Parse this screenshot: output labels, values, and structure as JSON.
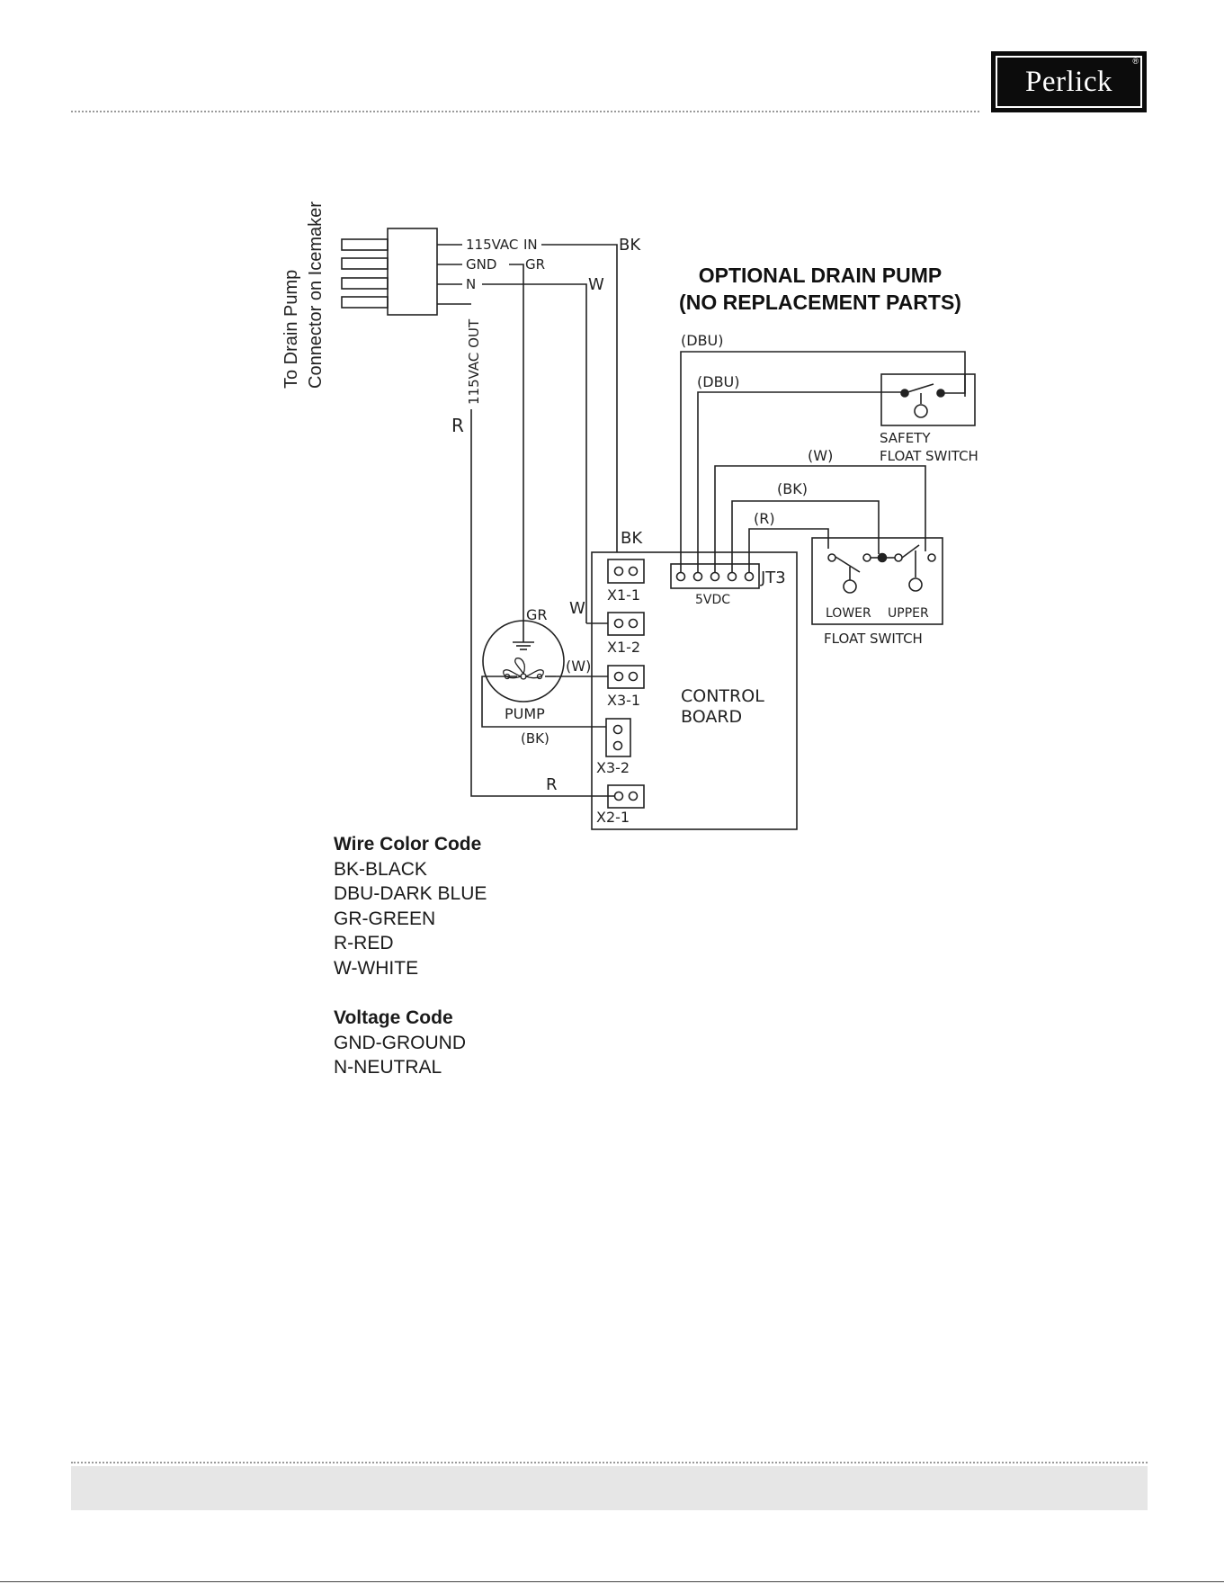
{
  "logo": {
    "text": "Perlick",
    "reg": "®"
  },
  "diagram": {
    "title_line1": "OPTIONAL DRAIN PUMP",
    "title_line2": "(NO REPLACEMENT PARTS)",
    "connector_caption_line1": "To Drain Pump",
    "connector_caption_line2": "Connector on Icemaker",
    "pin_115vac": "115VAC",
    "pin_in": "IN",
    "pin_gnd": "GND",
    "pin_n": "N",
    "out_label": "115VAC OUT",
    "wire_bk": "BK",
    "wire_gr": "GR",
    "wire_w": "W",
    "wire_r": "R",
    "wire_bk_paren": "(BK)",
    "wire_w_paren": "(W)",
    "wire_r_paren": "(R)",
    "wire_dbu_paren": "(DBU)",
    "term_x1_1": "X1-1",
    "term_x1_2": "X1-2",
    "term_x3_1": "X3-1",
    "term_x3_2": "X3-2",
    "term_x2_1": "X2-1",
    "jt3": "JT3",
    "vdc": "5VDC",
    "control_board_line1": "CONTROL",
    "control_board_line2": "BOARD",
    "pump": "PUMP",
    "safety_line1": "SAFETY",
    "safety_line2": "FLOAT SWITCH",
    "lower": "LOWER",
    "upper": "UPPER",
    "float_switch": "FLOAT SWITCH"
  },
  "legend": {
    "wire_heading": "Wire Color Code",
    "wire_items": [
      "BK-BLACK",
      "DBU-DARK BLUE",
      "GR-GREEN",
      "R-RED",
      "W-WHITE"
    ],
    "voltage_heading": "Voltage Code",
    "voltage_items": [
      "GND-GROUND",
      "N-NEUTRAL"
    ]
  }
}
